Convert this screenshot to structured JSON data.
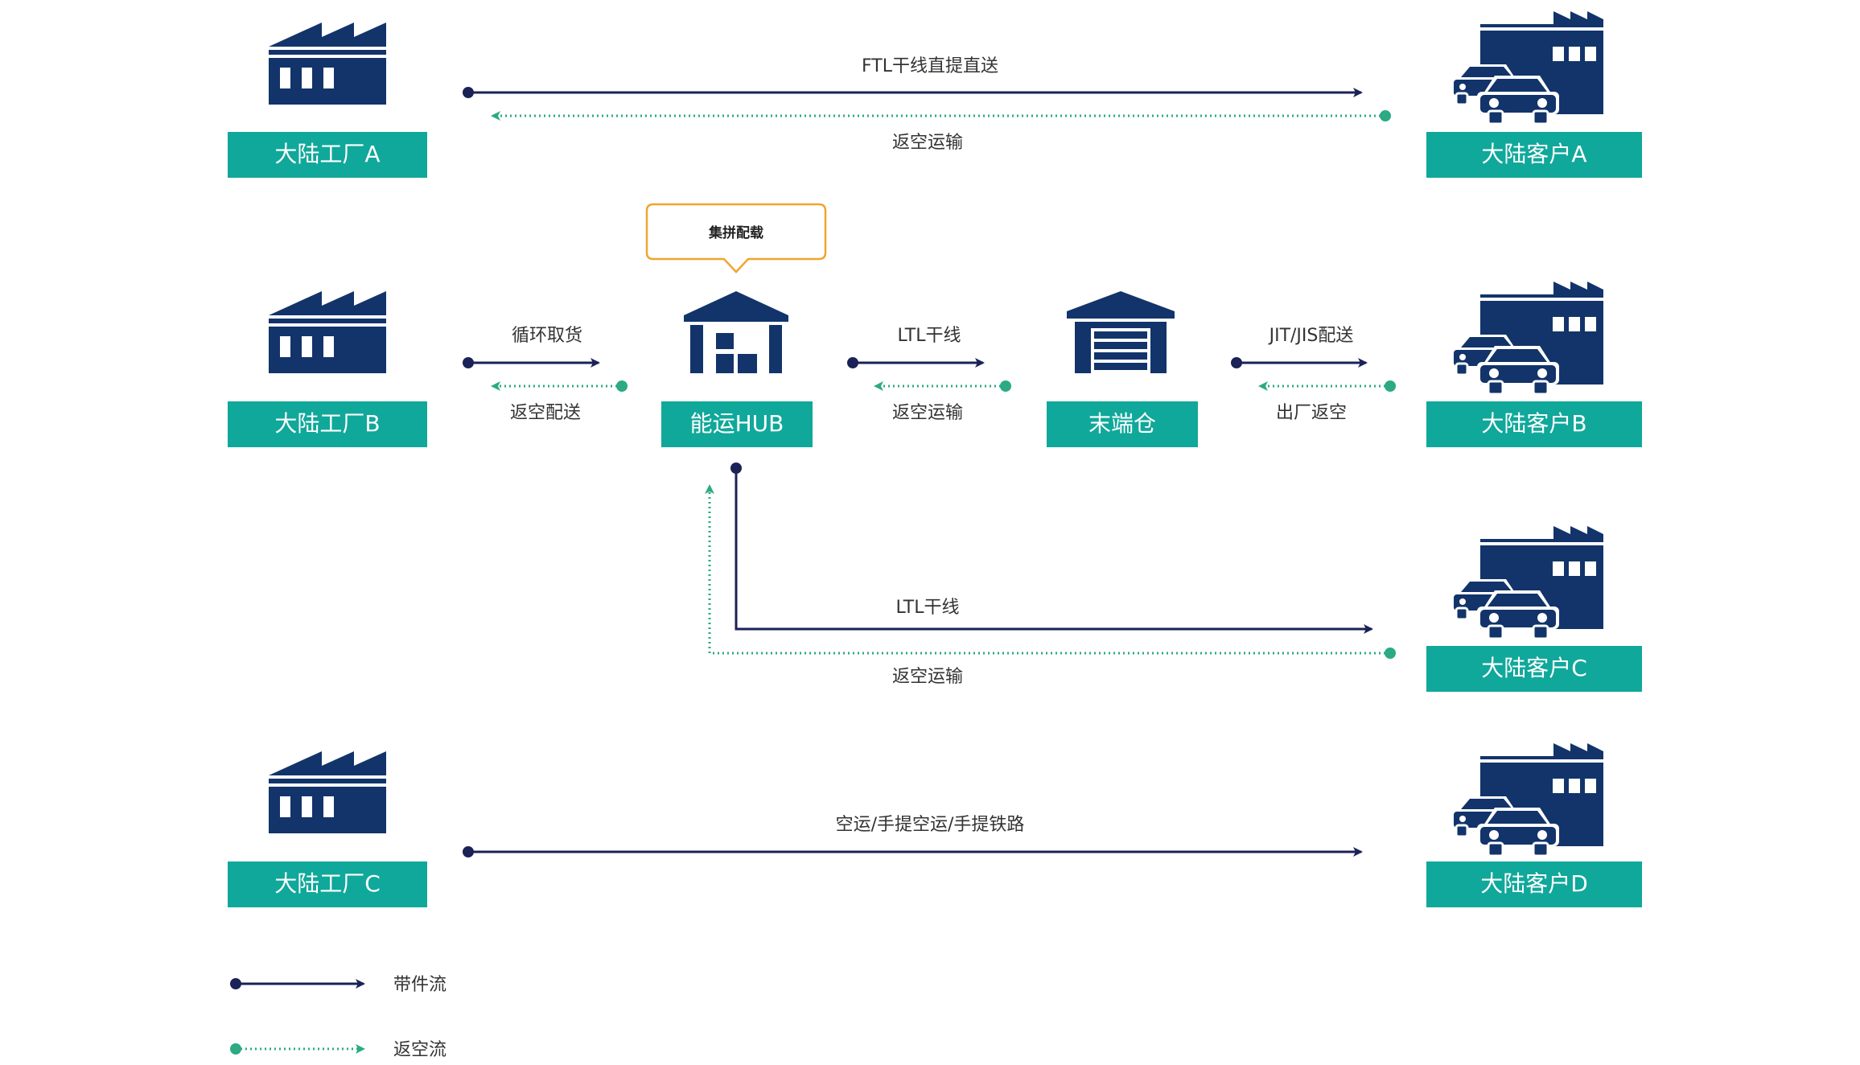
{
  "colors": {
    "navy": "#12346A",
    "arrow_navy": "#1A2257",
    "teal": "#10A89A",
    "teal_arrow": "#2BAA84",
    "callout_border": "#F0A531",
    "text_dark": "#333333",
    "text_light": "#ffffff"
  },
  "nodes": {
    "factory_a": "大陆工厂A",
    "factory_b": "大陆工厂B",
    "factory_c": "大陆工厂C",
    "hub": "能运HUB",
    "terminal": "末端仓",
    "customer_a": "大陆客户A",
    "customer_b": "大陆客户B",
    "customer_c": "大陆客户C",
    "customer_d": "大陆客户D"
  },
  "callout": "集拼配载",
  "flows": {
    "a_forward": "FTL干线直提直送",
    "a_return": "返空运输",
    "b_pickup": "循环取货",
    "b_return": "返空配送",
    "hub_forward": "LTL干线",
    "hub_return": "返空运输",
    "term_forward": "JIT/JIS配送",
    "term_return": "出厂返空",
    "c_forward": "LTL干线",
    "c_return": "返空运输",
    "d_forward": "空运/手提空运/手提铁路"
  },
  "legend": {
    "loaded": "带件流",
    "empty": "返空流"
  },
  "icons": {
    "factory": "factory-icon",
    "warehouse_hub": "warehouse-hub-icon",
    "warehouse_terminal": "warehouse-garage-icon",
    "customer": "factory-with-cars-icon"
  }
}
